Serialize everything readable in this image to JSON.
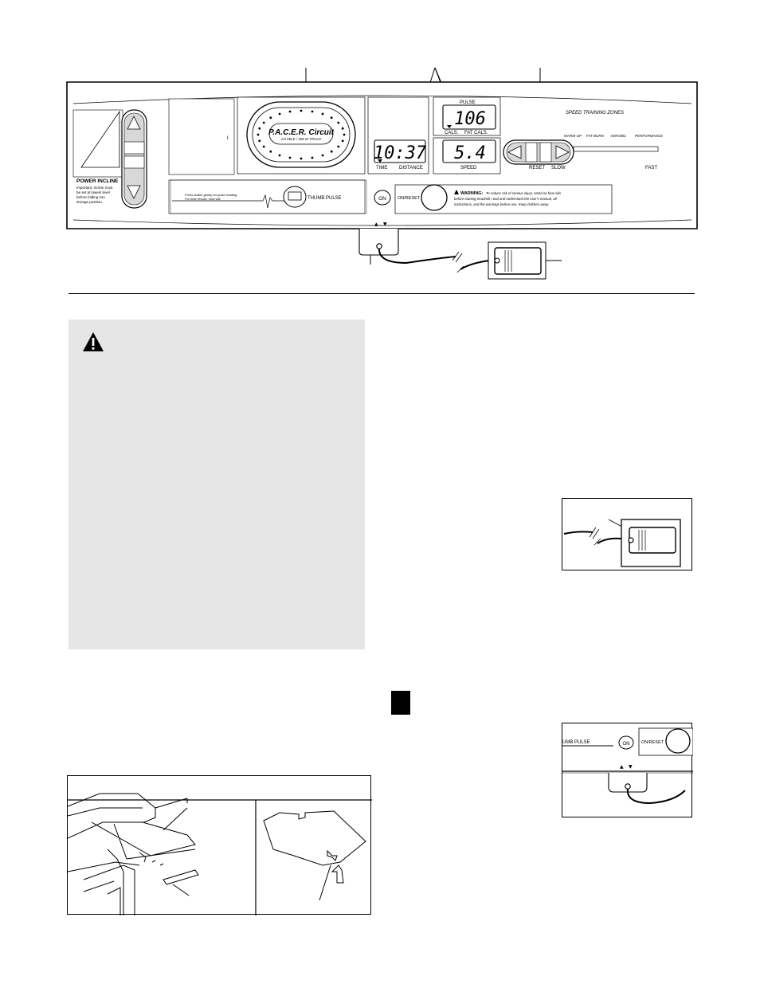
{
  "console": {
    "brand": "P.A.C.E.R. Circuit",
    "track": "1/4 MILE / 400 M TRACK",
    "pulse_label": "PULSE",
    "pulse_value": "106",
    "cals_label": "CALS.",
    "fat_cals_label": "FAT CALS.",
    "time_value": "10:37",
    "time_label": "TIME",
    "distance_label": "DISTANCE",
    "speed_value": "5.4",
    "speed_label": "SPEED",
    "zones_title": "SPEED TRAINING ZONES",
    "zones": [
      "WARM-UP",
      "FAT BURN",
      "AEROBIC",
      "PERFORMANCE"
    ],
    "reset_label": "RESET",
    "slow_label": "SLOW",
    "fast_label": "FAST",
    "power_incline": "POWER INCLINE",
    "incline_note_1": "Important: Incline must",
    "incline_note_2": "be set at lowest level",
    "incline_note_3": "before folding into",
    "incline_note_4": "storage position.",
    "pulse_instr_1": "Press button gently for pulse reading.",
    "pulse_instr_2": "For best results, hold still.",
    "thumb_pulse": "THUMB PULSE",
    "on_label": "ON",
    "on_reset_label": "ON/RESET",
    "warning_title": "WARNING:",
    "warning_1": "To reduce risk of serious injury, stand on foot rails",
    "warning_2": "before starting treadmill, read and understand the user's manual, all",
    "warning_3": "instructions, and the warnings before use.  Keep children away."
  },
  "inset": {
    "thumb_pulse": "UMB PULSE",
    "on_label": "ON",
    "on_reset_label": "ON/RESET"
  }
}
